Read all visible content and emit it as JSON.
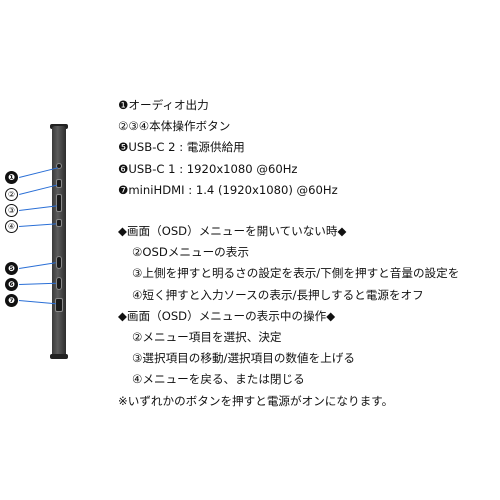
{
  "port_markers": [
    "❶",
    "②",
    "③",
    "④",
    "❺",
    "❻",
    "❼"
  ],
  "spec_lines": [
    "❶オーディオ出力",
    "②③④本体操作ボタン",
    "❺USB-C 2 : 電源供給用",
    "❻USB-C 1 : 1920x1080 @60Hz",
    "❼miniHDMI : 1.4 (1920x1080) @60Hz"
  ],
  "osd_closed": {
    "heading": "◆画面（OSD）メニューを開いていない時◆",
    "items": [
      "②OSDメニューの表示",
      "③上側を押すと明るさの設定を表示/下側を押すと音量の設定を",
      "④短く押すと入力ソースの表示/長押しすると電源をオフ"
    ]
  },
  "osd_open": {
    "heading": "◆画面（OSD）メニューの表示中の操作◆",
    "items": [
      "②メニュー項目を選択、決定",
      "③選択項目の移動/選択項目の数値を上げる",
      "④メニューを戻る、または閉じる"
    ]
  },
  "note": "※いずれかのボタンを押すと電源がオンになります。",
  "colors": {
    "leader_line": "#2a6fd6",
    "device_body": "#4a4a4a"
  }
}
